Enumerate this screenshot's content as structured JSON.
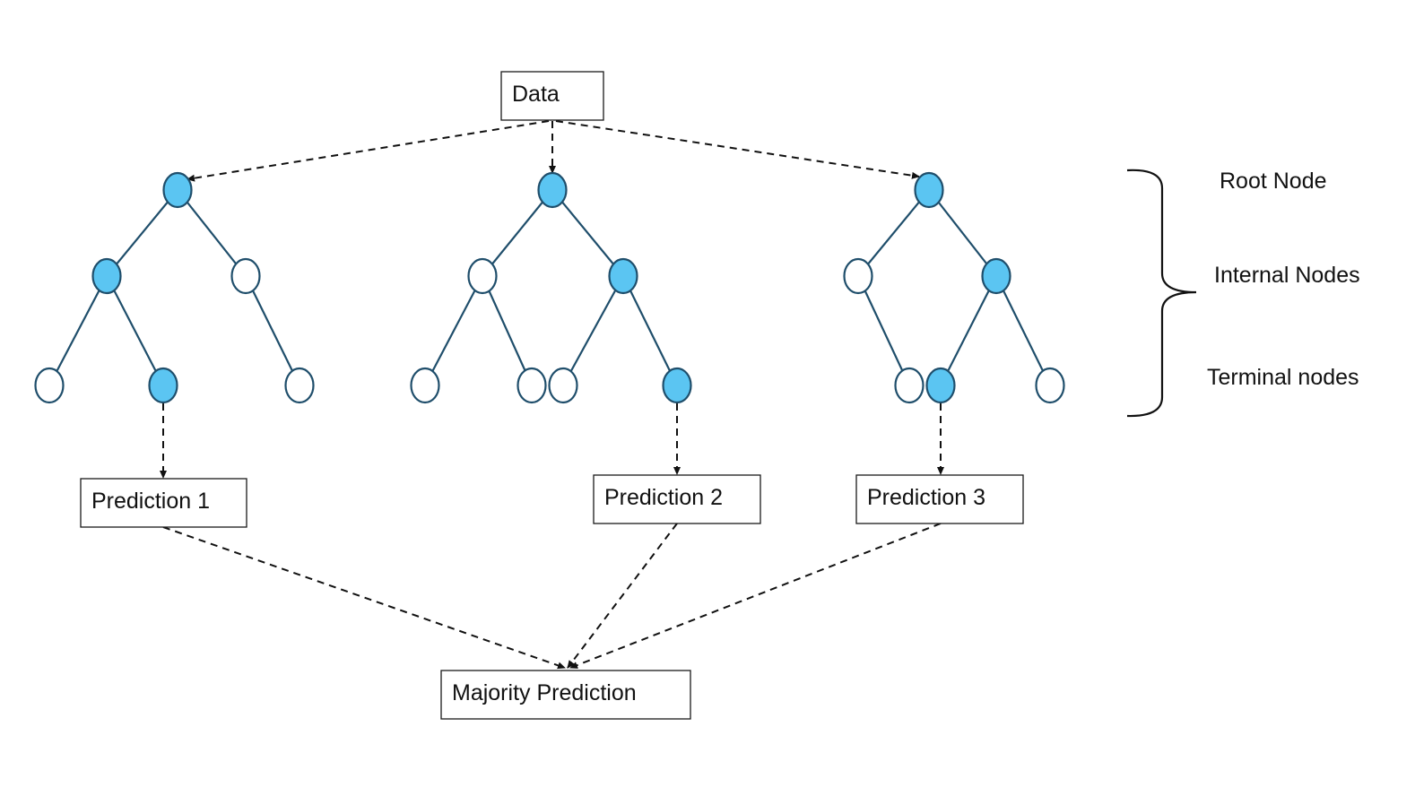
{
  "colors": {
    "node_filled": "#5bc5f2",
    "node_empty": "#ffffff",
    "edge": "#1f4e6b"
  },
  "boxes": {
    "data": "Data",
    "prediction_1": "Prediction 1",
    "prediction_2": "Prediction 2",
    "prediction_3": "Prediction 3",
    "majority": "Majority Prediction"
  },
  "legend": {
    "root": "Root Node",
    "internal": "Internal Nodes",
    "terminal": "Terminal nodes"
  },
  "trees": [
    {
      "root": "filled",
      "internal": [
        "filled",
        "empty"
      ],
      "terminal": [
        "empty",
        "filled",
        "empty"
      ],
      "prediction": "prediction_1"
    },
    {
      "root": "filled",
      "internal": [
        "empty",
        "filled"
      ],
      "terminal": [
        "empty",
        "empty",
        "empty",
        "filled"
      ],
      "prediction": "prediction_2"
    },
    {
      "root": "filled",
      "internal": [
        "empty",
        "filled"
      ],
      "terminal": [
        "empty",
        "filled",
        "empty"
      ],
      "prediction": "prediction_3"
    }
  ]
}
